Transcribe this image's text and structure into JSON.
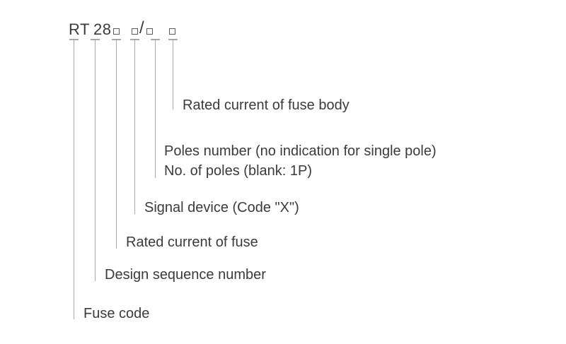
{
  "code": {
    "prefix": "RT",
    "series": "28",
    "separator": "/",
    "blank_square_symbol": "□",
    "blank_square_count": 4
  },
  "labels": {
    "fuse_body_current": "Rated current of fuse body",
    "poles_number": "Poles number (no indication for single pole)",
    "no_of_poles": "No. of poles (blank: 1P)",
    "signal_device": "Signal device (Code \"X\")",
    "rated_current": "Rated current of fuse",
    "design_sequence": "Design sequence number",
    "fuse_code": "Fuse code"
  },
  "colors": {
    "background": "#ffffff",
    "text": "#3b3b3b",
    "line": "#a8a8a8",
    "square_border": "#5a5a5a"
  }
}
